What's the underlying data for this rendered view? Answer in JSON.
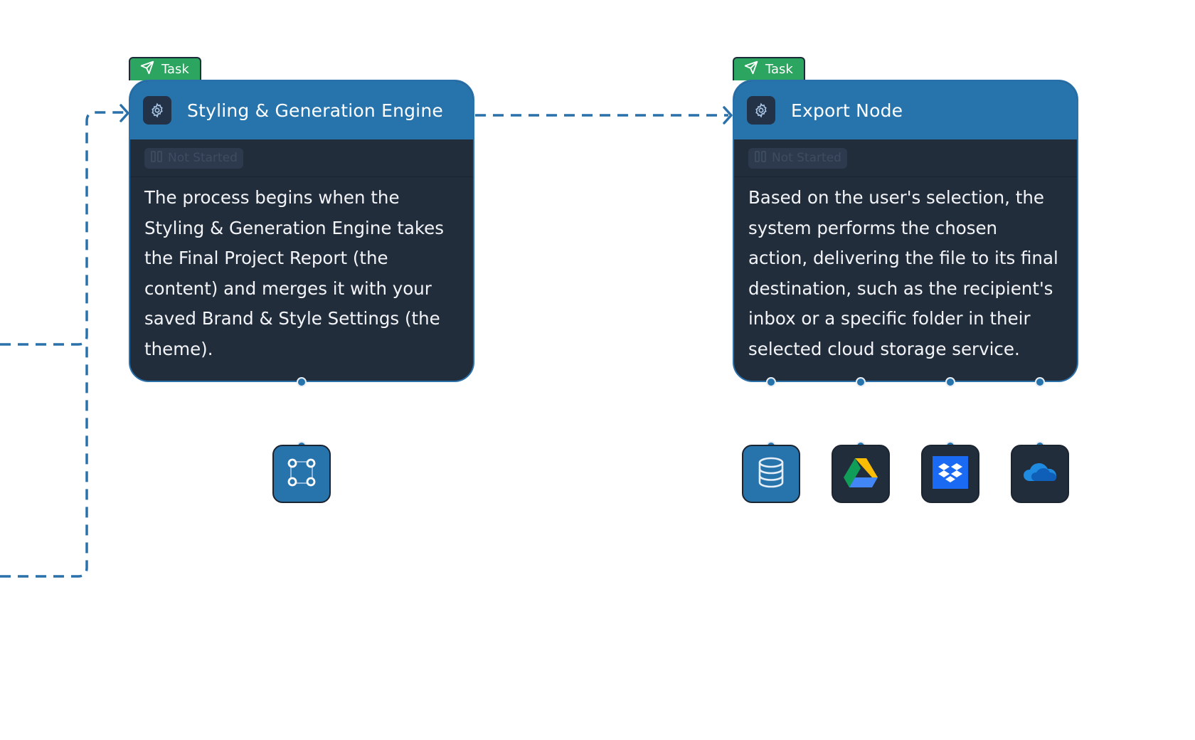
{
  "nodes": [
    {
      "tag": "Task",
      "icon": "gear-icon",
      "title": "Styling & Generation Engine",
      "status": "Not Started",
      "description": "The process begins when the Styling & Generation Engine takes the Final Project Report (the content) and merges it with your saved Brand & Style Settings (the theme).",
      "tools": [
        "scan-icon"
      ]
    },
    {
      "tag": "Task",
      "icon": "gear-icon",
      "title": "Export Node",
      "status": "Not Started",
      "description": "Based on the user's selection, the system performs the chosen action, delivering the file to its final destination, such as the recipient's inbox or a specific folder in their selected cloud storage service.",
      "tools": [
        "database-icon",
        "google-drive-icon",
        "dropbox-icon",
        "onedrive-icon"
      ]
    }
  ],
  "colors": {
    "header": "#2774ad",
    "body": "#222d3c",
    "tag": "#2ba560",
    "edge": "#2a70aa"
  }
}
